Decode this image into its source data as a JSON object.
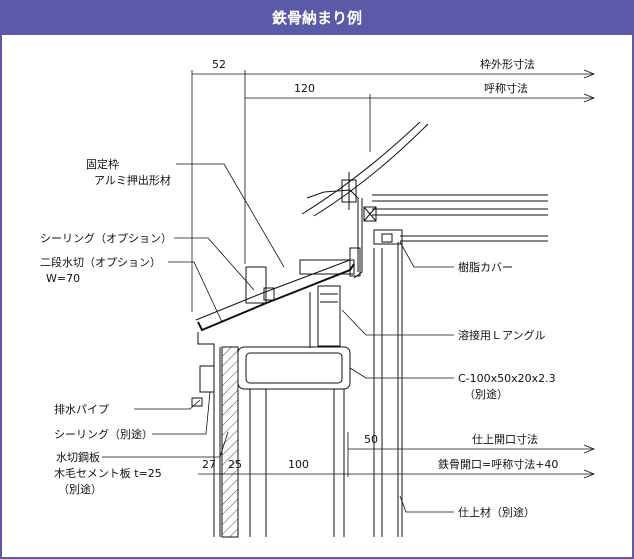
{
  "title": "鉄骨納まり例",
  "dimensions": {
    "d52": "52",
    "d120": "120",
    "d50": "50",
    "d27": "27",
    "d25": "25",
    "d100": "100",
    "frame_outer": "枠外形寸法",
    "nominal": "呼称寸法",
    "finish_opening": "仕上開口寸法",
    "steel_opening": "鉄骨開口=呼称寸法+40"
  },
  "labels": {
    "fixed_frame_1": "固定枠",
    "fixed_frame_2": "アルミ押出形材",
    "sealing_option": "シーリング（オプション）",
    "two_step_1": "二段水切（オプション）",
    "two_step_2": "W=70",
    "drain_pipe": "排水パイプ",
    "sealing_separate": "シーリング（別途）",
    "flashing_1": "水切鋼板",
    "flashing_2": "木毛セメント板 t=25",
    "flashing_3": "（別途）",
    "resin_cover": "樹脂カバー",
    "welded_angle": "溶接用Ｌアングル",
    "channel_1": "C-100x50x20x2.3",
    "channel_2": "（別途）",
    "finish_material": "仕上材（別途）"
  },
  "colors": {
    "border": "#5a5aa8",
    "title_text": "#ffffff",
    "ink": "#111111"
  }
}
